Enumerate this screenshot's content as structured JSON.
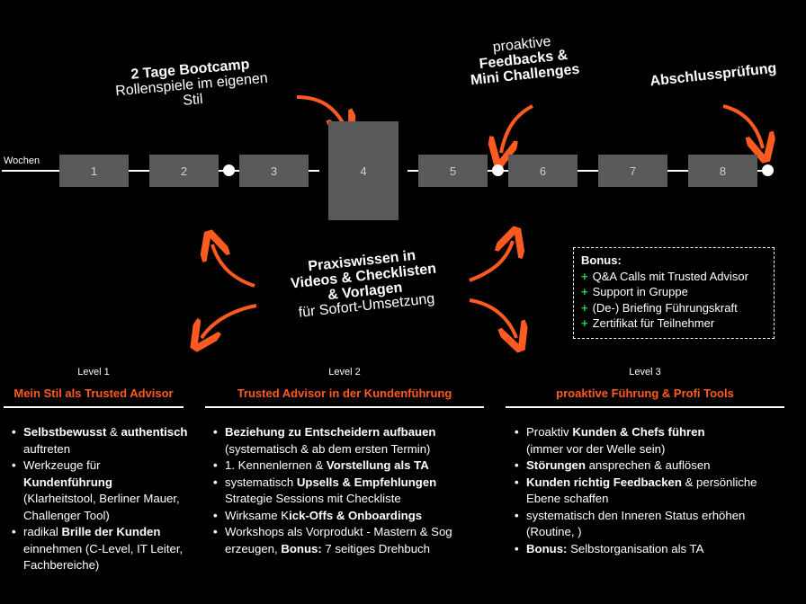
{
  "timeline": {
    "label": "Wochen",
    "weeks": [
      "1",
      "2",
      "3",
      "4",
      "5",
      "6",
      "7",
      "8"
    ]
  },
  "annotations": {
    "bootcamp": {
      "title": "2 Tage Bootcamp",
      "line1": "Rollenspiele im eigenen",
      "line2": "Stil"
    },
    "feedback": {
      "pre": "proaktive",
      "line1": "Feedbacks &",
      "line2": "Mini Challenges"
    },
    "exam": {
      "title": "Abschlussprüfung"
    },
    "praxis": {
      "line1": "Praxiswissen in",
      "line2": "Videos & Checklisten",
      "line3": "& Vorlagen",
      "sub": "für Sofort-Umsetzung"
    }
  },
  "bonus": {
    "title": "Bonus:",
    "items": [
      "Q&A Calls mit Trusted Advisor",
      "Support in Gruppe",
      "(De-) Briefing Führungskraft",
      "Zertifikat für Teilnehmer"
    ]
  },
  "levels": [
    {
      "num": "Level 1",
      "name": "Mein Stil als Trusted Advisor"
    },
    {
      "num": "Level 2",
      "name": "Trusted Advisor in der Kundenführung"
    },
    {
      "num": "Level 3",
      "name": "proaktive Führung  & Profi Tools"
    }
  ],
  "col1": {
    "i1_b1": "Selbstbewusst",
    "i1_t1": " & ",
    "i1_b2": "authentisch",
    "i1_t2": " auftreten",
    "i2_t1": "Werkzeuge für ",
    "i2_b1": "Kundenführung",
    "i2_t2": "(Klarheitstool, Berliner Mauer, Challenger Tool)",
    "i3_t1": "radikal ",
    "i3_b1": "Brille der Kunden",
    "i3_t2": " einnehmen (C-Level, IT Leiter, Fachbereiche)"
  },
  "col2": {
    "i1_b1": "Beziehung zu Entscheidern aufbauen",
    "i1_t1": "(systematisch & ab dem ersten Termin)",
    "i2_t1": "1. Kennenlernen & ",
    "i2_b1": "Vorstellung als TA",
    "i3_t1": "systematisch ",
    "i3_b1": "Upsells & Empfehlungen",
    "i3_t2": "Strategie Sessions mit Checkliste",
    "i4_t1": "Wirksame K",
    "i4_b1": "ick-Offs & Onboardings",
    "i5_t1": "Workshops als Vorprodukt - Mastern & Sog erzeugen, ",
    "i5_b1": "Bonus:",
    "i5_t2": "  7 seitiges Drehbuch"
  },
  "col3": {
    "i1_t1": "Proaktiv ",
    "i1_b1": "Kunden & Chefs führen",
    "i1_t2": "(immer vor der Welle sein)",
    "i2_b1": "Störungen",
    "i2_t1": " ansprechen & auflösen",
    "i3_b1": "Kunden richtig Feedbacken",
    "i3_t1": " & persönliche Ebene schaffen",
    "i4_t1": "systematisch den Inneren Status erhöhen (Routine, )",
    "i5_b1": "Bonus:",
    "i5_t1": " Selbstorganisation als TA"
  },
  "colors": {
    "accent": "#ff5a1f",
    "box": "#595959",
    "plus": "#2ecc40",
    "background": "#000000"
  }
}
